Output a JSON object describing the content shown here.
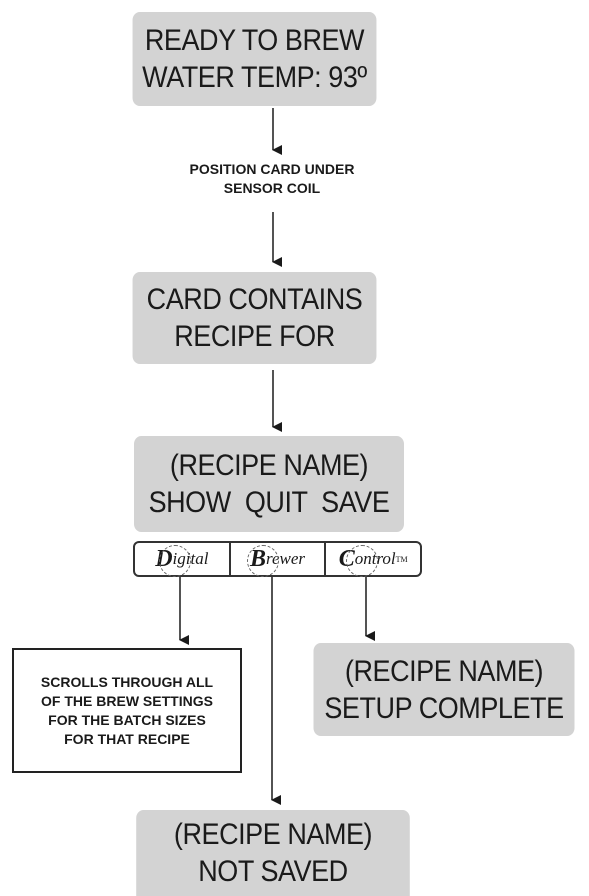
{
  "screens": {
    "ready": {
      "line1": "READY TO BREW",
      "line2": "WATER TEMP: 93º"
    },
    "contains": {
      "line1": "CARD CONTAINS",
      "line2": "RECIPE FOR"
    },
    "menu": {
      "line1": "(RECIPE NAME)",
      "line2": "SHOW  QUIT  SAVE"
    },
    "complete": {
      "line1": "(RECIPE NAME)",
      "line2": "SETUP COMPLETE"
    },
    "not_saved": {
      "line1": "(RECIPE NAME)",
      "line2": "NOT SAVED"
    }
  },
  "notes": {
    "position_card": [
      "POSITION CARD UNDER",
      "SENSOR COIL"
    ],
    "scrolls": [
      "SCROLLS THROUGH ALL",
      "OF THE BREW SETTINGS",
      "FOR THE BATCH SIZES",
      "FOR THAT RECIPE"
    ]
  },
  "buttons": {
    "digital": {
      "cap": "D",
      "rest": "igital"
    },
    "brewer": {
      "cap": "B",
      "rest": "rewer"
    },
    "control": {
      "cap": "C",
      "rest": "ontrol",
      "tm": "TM"
    }
  }
}
